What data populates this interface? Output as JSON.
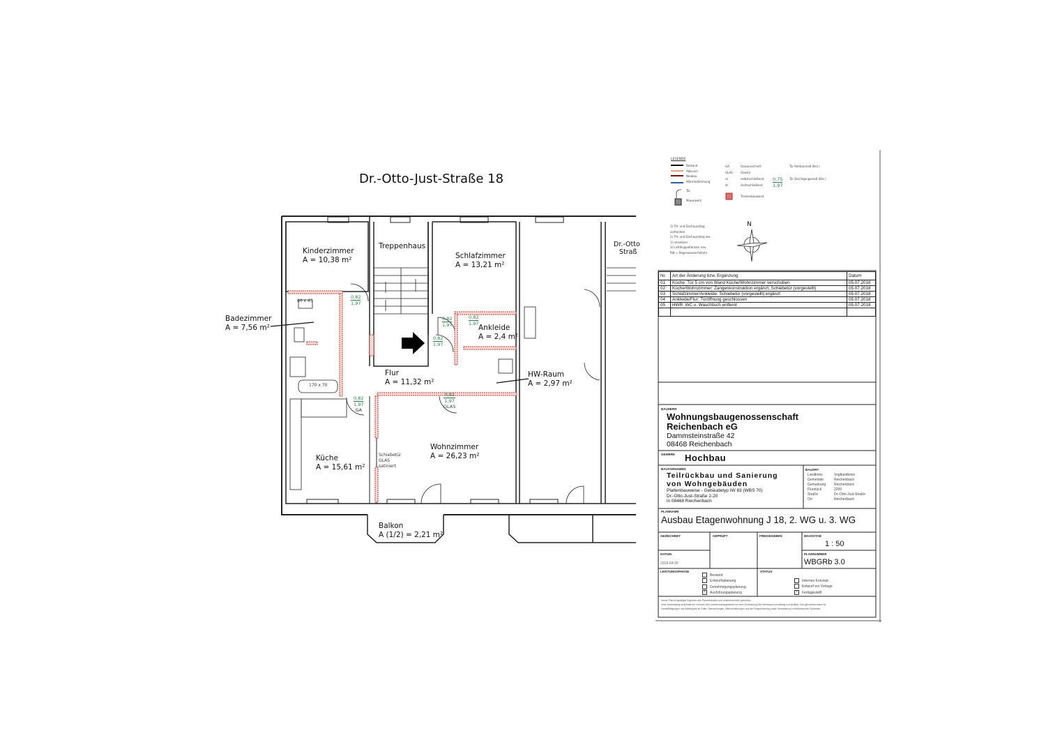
{
  "plan": {
    "title": "Dr.-Otto-Just-Straße 18",
    "neighbor_label_1": "Dr.-Otto",
    "neighbor_label_2": "Straß",
    "rooms": [
      {
        "name": "Kinderzimmer",
        "area": "A = 10,38 m²"
      },
      {
        "name": "Treppenhaus",
        "area": ""
      },
      {
        "name": "Schlafzimmer",
        "area": "A = 13,21 m²"
      },
      {
        "name": "Badezimmer",
        "area": "A = 7,56 m²"
      },
      {
        "name": "Ankleide",
        "area": "A = 2,4 m²"
      },
      {
        "name": "Flur",
        "area": "A = 11,32 m²"
      },
      {
        "name": "HW-Raum",
        "area": "A = 2,97 m²"
      },
      {
        "name": "Küche",
        "area": "A = 15,61 m²"
      },
      {
        "name": "Wohnzimmer",
        "area": "A = 26,23 m²"
      },
      {
        "name": "Balkon",
        "area": "A (1/2) = 2,21 m²"
      }
    ],
    "annotations": {
      "washbasin": "60 x 45",
      "bathtub": "170 x 70",
      "door_w": "0,82",
      "door_h": "1,97",
      "ga": "GA",
      "glas": "GLAS",
      "sliding_1": "Schiebetür",
      "sliding_2": "GLAS",
      "sliding_3": "satiniert"
    }
  },
  "legend": {
    "title": "LEGENDE",
    "items": [
      "Bestand",
      "Abbruch",
      "Neubau",
      "Wärmedämmung",
      "Tür",
      "Mauerwerk"
    ],
    "abbrev": [
      {
        "code": "GA",
        "text": "Glasausschnitt"
      },
      {
        "code": "GLAS",
        "text": "Glastür"
      },
      {
        "code": "ss",
        "text": "selbstschließend"
      },
      {
        "code": "dr",
        "text": "dichtschließend"
      }
    ],
    "drywall": "Trockenbauwand",
    "door_shell": "Tür Rohbaumaß (Bre.)",
    "door_clear": "Tür Durchgangsmaß (Bre.)",
    "door_sample_w": "0,75",
    "door_sample_h": "1,97",
    "notes": [
      "1) TH- und Dachausstieg vorhanden",
      "2) TH- und Dachausstieg wie 1) umsetzen",
      "3) Lichtkuppelfenster neu",
      "RW = Regenwasserfallrohr"
    ],
    "north": "N"
  },
  "changes": {
    "headers": [
      "Nr.",
      "Art der Änderung bzw. Ergänzung",
      "Datum"
    ],
    "rows": [
      [
        "01",
        "Küche: Tür 5 cm von Wand Küche/Wohnzimmer verschoben",
        "05.07.2018"
      ],
      [
        "02",
        "Küche/Wohnzimmer: Zangenkonstruktion ergänzt, Schiebetür (vorgestellt)",
        "05.07.2018"
      ],
      [
        "03",
        "Schlafzimmer/Ankleide: Schiebetür (vorgestellt) ergänzt",
        "05.07.2018"
      ],
      [
        "04",
        "Ankleide/Flur: Türöffnung geschlossen",
        "05.07.2018"
      ],
      [
        "05",
        "HWR: WC u. Waschtisch entfernt",
        "05.07.2018"
      ]
    ]
  },
  "titleblock": {
    "bauherr_label": "BAUHERR",
    "bauherr_1": "Wohnungsbaugenossenschaft",
    "bauherr_2": "Reichenbach eG",
    "bauherr_3": "Dammsteinstraße 42",
    "bauherr_4": "08468 Reichenbach",
    "gewerk_label": "GEWERK",
    "gewerk": "Hochbau",
    "vorhaben_label": "BAUVORHABEN",
    "vorhaben_1": "Teilrückbau und Sanierung",
    "vorhaben_2": "von Wohngebäuden",
    "vorhaben_3": "Plattenbauweise - Gebäudetyp IW 83 (WBS 70)",
    "vorhaben_4": "Dr.-Otto-Just-Straße 2-20",
    "vorhaben_5": "in 08468 Reichenbach",
    "baudort_label": "BAUORT",
    "baudort": [
      [
        "Landkreis",
        "Vogtlandkreis"
      ],
      [
        "Gemeinde",
        "Reichenbach"
      ],
      [
        "Gemarkung",
        "Reichenbach"
      ],
      [
        "Flurstück",
        "2200"
      ],
      [
        "Straße",
        "Dr.-Otto-Just-Straße"
      ],
      [
        "Ort",
        "Reichenbach"
      ]
    ],
    "planname_label": "PLANNAME",
    "planname": "Ausbau Etagenwohnung J 18, 2. WG u. 3. WG",
    "gezeichnet_label": "GEZEICHNET",
    "geprueft_label": "GEPRÜFT",
    "freigegeben_label": "FREIGEGEBEN",
    "massstab_label": "MASSSTAB",
    "massstab": "1 : 50",
    "datum_label": "DATUM",
    "datum": "2018-04-30",
    "plannummer_label": "PLANNUMMER",
    "plannummer": "WBGRb 3.0",
    "phase_label": "LEISTUNGSPHASE",
    "phases": [
      {
        "label": "Bestand",
        "checked": false
      },
      {
        "label": "Entwurfsplanung",
        "checked": false
      },
      {
        "label": "Genehmigungsplanung",
        "checked": false
      },
      {
        "label": "Ausführungsplanung",
        "checked": true
      }
    ],
    "status_label": "STATUS",
    "status": [
      {
        "label": "Internes Konzept",
        "checked": false
      },
      {
        "label": "Entwurf zur Vorlage",
        "checked": false
      },
      {
        "label": "Fertiggestellt",
        "checked": true
      }
    ],
    "footer_1": "Dieser Plan ist geistiges Eigentum des Planverfassers und urheberrechtlich geschützt.",
    "footer_2": "Jede Verwendung außerhalb der Grenzen des Urheberrechtsgesetzes ist ohne Zustimmung des Verfassers unzulässig und strafbar. Das gilt insbesondere für",
    "footer_3": "Vervielfältigungen und Weitergabe an Dritte, Übersetzungen, Mikroverfilmungen und die Einspeicherung sowie Verarbeitung in elektronischen Systemen."
  },
  "colors": {
    "wall": "#222222",
    "new_wall": "#c0392b",
    "green_text": "#2c7a4b"
  }
}
